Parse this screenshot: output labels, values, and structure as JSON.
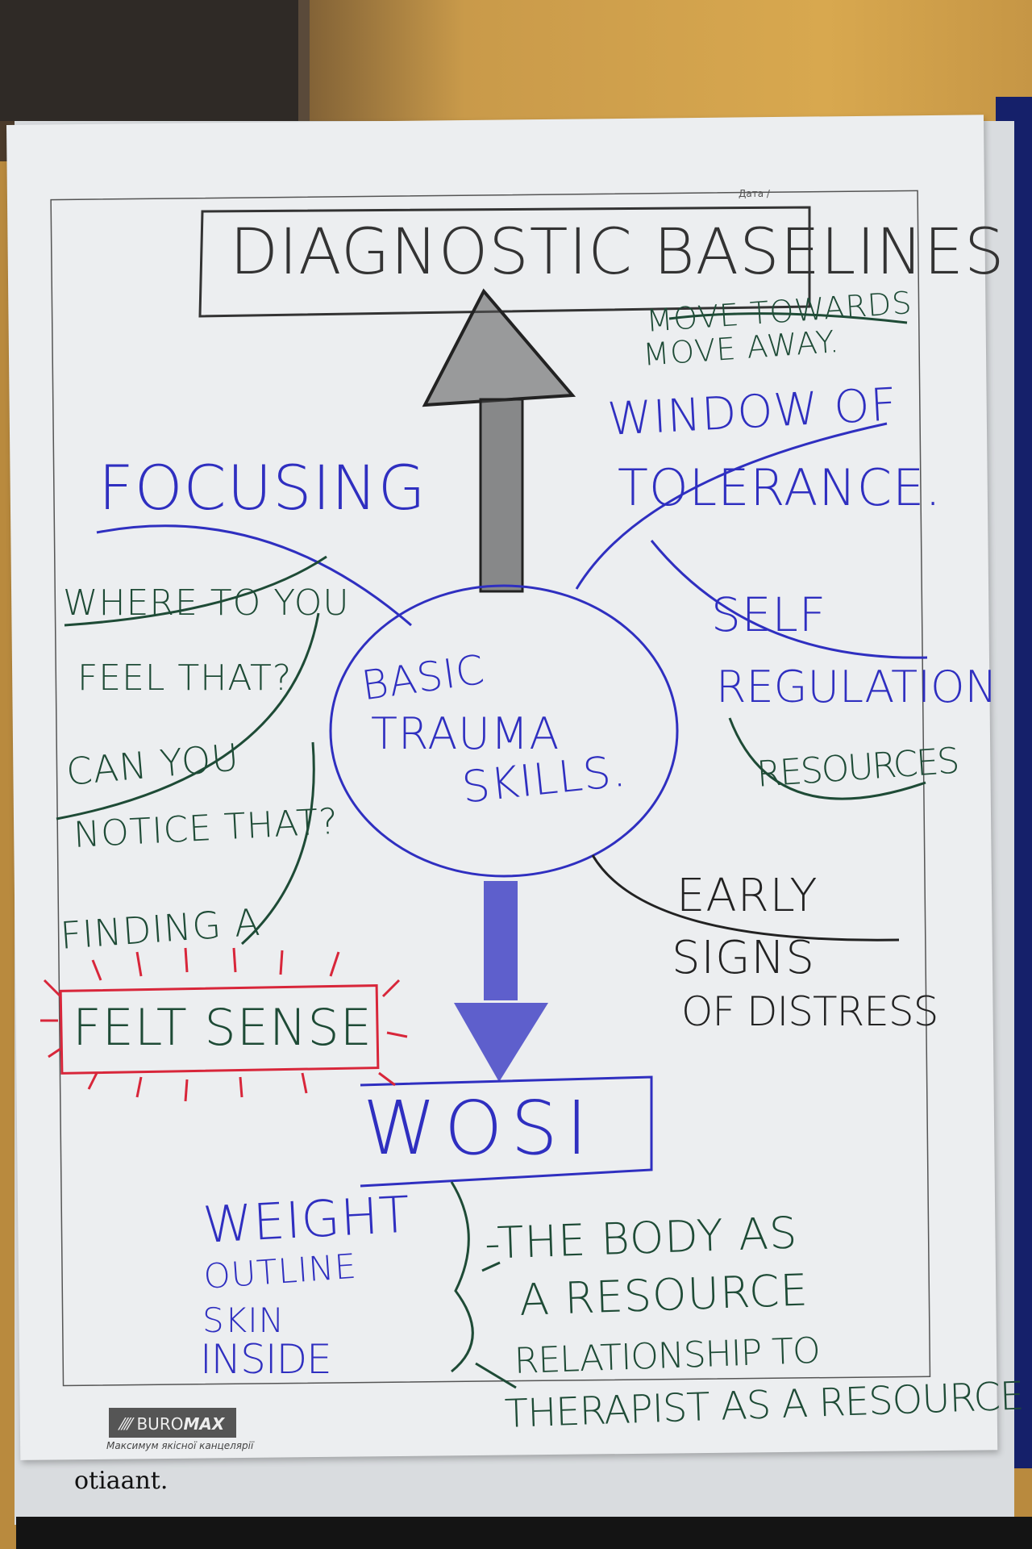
{
  "chart_title": "DIAGNOSTIC BASELINES",
  "center": [
    "BASIC",
    "TRAUMA",
    "SKILLS."
  ],
  "bottom_box": "WOSI",
  "focusing": {
    "heading": "FOCUSING",
    "lines": [
      "WHERE TO YOU",
      "FEEL THAT?",
      "CAN YOU",
      "NOTICE THAT?",
      "FINDING A"
    ],
    "felt_sense": "FELT SENSE"
  },
  "window": {
    "move": [
      "MOVE TOWARDS",
      "MOVE AWAY."
    ],
    "heading": [
      "WINDOW OF",
      "TOLERANCE."
    ]
  },
  "self_regulation": [
    "SELF",
    "REGULATION",
    "RESOURCES"
  ],
  "early_signs": [
    "EARLY",
    "SIGNS",
    "OF DISTRESS"
  ],
  "wosi_items": [
    "WEIGHT",
    "OUTLINE",
    "SKIN",
    "INSIDE"
  ],
  "resources": [
    "-THE BODY AS",
    "A RESOURCE",
    "RELATIONSHIP TO",
    "THERAPIST AS A RESOURCE"
  ],
  "paper_meta": {
    "date_label": "Дата /",
    "brand": "BUROMAX",
    "brand_prefix": "BURO",
    "brand_suffix": "MAX",
    "tagline": "Максимум якісної канцелярії"
  },
  "board_scrawl": "otiaant.",
  "colors": {
    "blue": "#2f2fc0",
    "green": "#1e4b36",
    "red": "#d8263a",
    "black": "#222222"
  }
}
